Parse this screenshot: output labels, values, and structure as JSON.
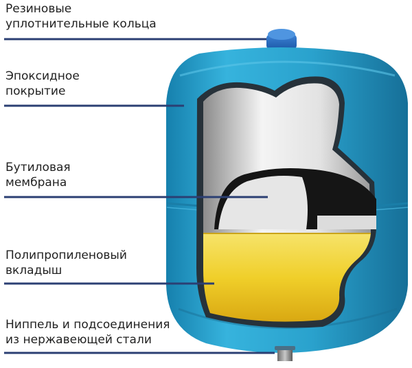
{
  "labels": [
    {
      "id": "rubber-seals",
      "lines": [
        "Резиновые",
        "уплотнительные кольца"
      ]
    },
    {
      "id": "epoxy-coating",
      "lines": [
        "Эпоксидное",
        "покрытие"
      ]
    },
    {
      "id": "butyl-membrane",
      "lines": [
        "Бутиловая",
        "мембрана"
      ]
    },
    {
      "id": "polypropylene-liner",
      "lines": [
        "Полипропиленовый",
        "вкладыш"
      ]
    },
    {
      "id": "stainless-nipple",
      "lines": [
        "Ниппель и подсоединения",
        "из нержавеющей стали"
      ]
    }
  ],
  "colors": {
    "tank_body": "#29a3cf",
    "tank_dark": "#1a7ea8",
    "leader_line": "#2b3f73",
    "membrane_light": "#e8e8e8",
    "membrane_dark": "#1c1c1c",
    "liner_yellow": "#f0d43a",
    "fitting": "#2d6fc0"
  }
}
